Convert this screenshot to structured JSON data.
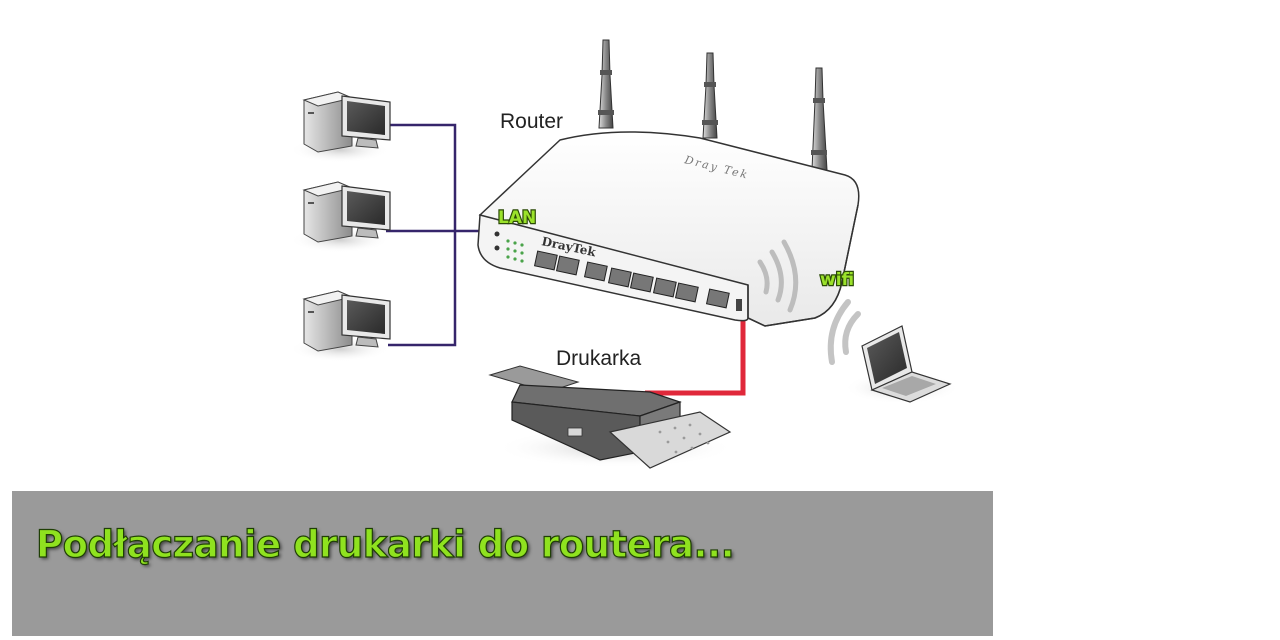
{
  "labels": {
    "router": "Router",
    "lan": "LAN",
    "wifi": "wifi",
    "printer": "Drukarka"
  },
  "brand": {
    "front": "DrayTek",
    "top": "Dray Tek"
  },
  "caption": "Podłączanie drukarki do routera...",
  "colors": {
    "lan_cable": "#35256b",
    "printer_cable": "#e0283a",
    "label_green": "#9be22a",
    "caption_bar": "#9a9a9a"
  },
  "icons": [
    "desktop-computer-icon",
    "router-icon",
    "antenna-icon",
    "laptop-icon",
    "printer-icon",
    "wifi-signal-icon",
    "ethernet-port-icon"
  ]
}
